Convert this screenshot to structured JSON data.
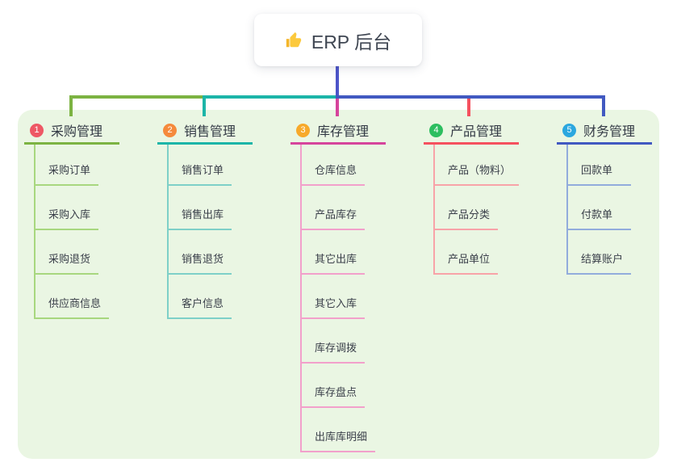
{
  "root": {
    "label": "ERP 后台",
    "icon": "thumbs-up"
  },
  "colors": {
    "trunk": "#4d55c9",
    "panel_bg": "#eaf6e3",
    "root_text": "#3f4652"
  },
  "branches": [
    {
      "badge": "1",
      "label": "采购管理",
      "colors": {
        "main": "#7cb342",
        "light": "#a8d77f",
        "badge": "#ee5865"
      },
      "children": [
        "采购订单",
        "采购入库",
        "采购退货",
        "供应商信息"
      ]
    },
    {
      "badge": "2",
      "label": "销售管理",
      "colors": {
        "main": "#1cb5a8",
        "light": "#7ed0c8",
        "badge": "#f58a3c"
      },
      "children": [
        "销售订单",
        "销售出库",
        "销售退货",
        "客户信息"
      ]
    },
    {
      "badge": "3",
      "label": "库存管理",
      "colors": {
        "main": "#d6449c",
        "light": "#f2a0cb",
        "badge": "#f7a92a"
      },
      "children": [
        "仓库信息",
        "产品库存",
        "其它出库",
        "其它入库",
        "库存调拨",
        "库存盘点",
        "出库库明细"
      ]
    },
    {
      "badge": "4",
      "label": "产品管理",
      "colors": {
        "main": "#f5515f",
        "light": "#f8a3a8",
        "badge": "#2dbe60"
      },
      "children": [
        "产品（物料）",
        "产品分类",
        "产品单位"
      ]
    },
    {
      "badge": "5",
      "label": "财务管理",
      "colors": {
        "main": "#4159c1",
        "light": "#92acdc",
        "badge": "#2ba7df"
      },
      "children": [
        "回款单",
        "付款单",
        "结算账户"
      ]
    }
  ]
}
